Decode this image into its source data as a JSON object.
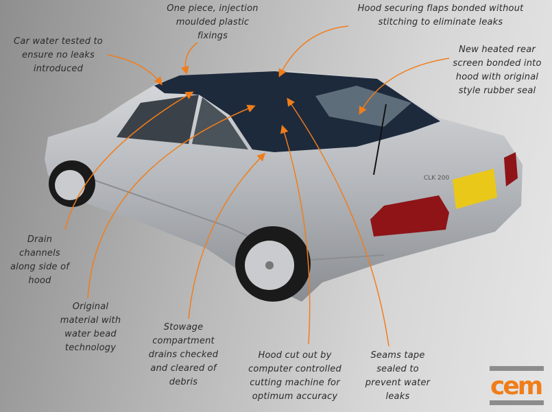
{
  "annotations": [
    {
      "id": "fixings",
      "text": "One piece, injection\nmoulded plastic\nfixings"
    },
    {
      "id": "flaps",
      "text": "Hood securing flaps bonded without\nstitching to eliminate leaks"
    },
    {
      "id": "water-tested",
      "text": "Car water tested to\nensure no leaks\nintroduced"
    },
    {
      "id": "rear-screen",
      "text": "New heated rear\nscreen bonded into\nhood with original\nstyle rubber seal"
    },
    {
      "id": "drain-channels",
      "text": "Drain\nchannels\nalong side of\nhood"
    },
    {
      "id": "material",
      "text": "Original\nmaterial with\nwater bead\ntechnology"
    },
    {
      "id": "stowage",
      "text": "Stowage\ncompartment\ndrains  checked\nand cleared of\ndebris"
    },
    {
      "id": "hood-cut",
      "text": "Hood cut out by\ncomputer controlled\ncutting machine for\noptimum accuracy"
    },
    {
      "id": "seams",
      "text": "Seams tape\nsealed to\nprevent water\nleaks"
    }
  ],
  "logo": {
    "text": "cem",
    "color": "#f07d1a",
    "bar_color": "#8c8c8c"
  },
  "car": {
    "badge": "CLK 200"
  },
  "colors": {
    "arrow": "#f07d1a",
    "hood": "#1d2a3c",
    "body": "#b9bcc0"
  }
}
